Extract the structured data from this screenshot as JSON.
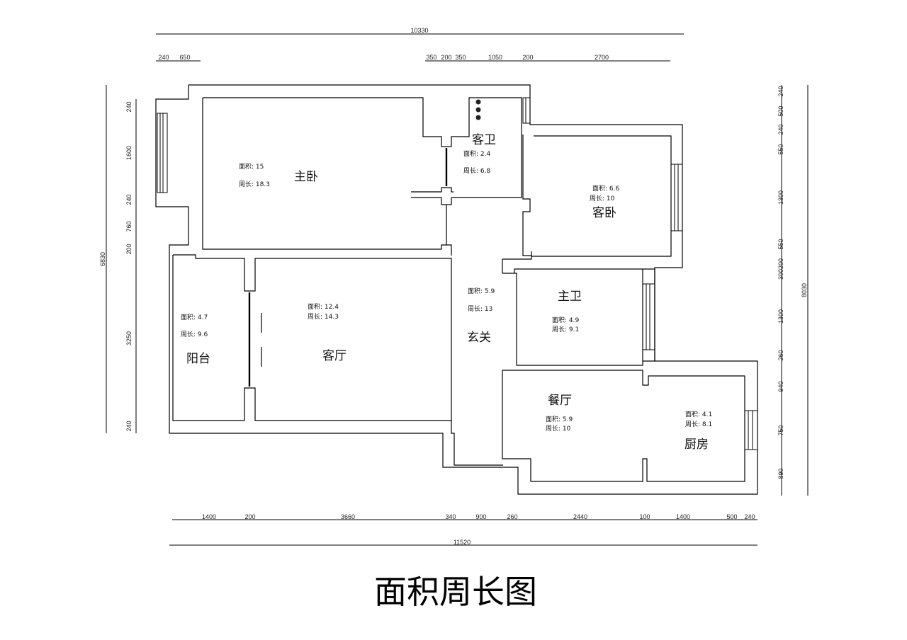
{
  "title": "面积周长图",
  "dimensions": {
    "top_total": "10330",
    "top_row": [
      "240",
      "650",
      "350",
      "200",
      "350",
      "1050",
      "200",
      "2700"
    ],
    "bottom_total": "11520",
    "bottom_row": [
      "1400",
      "200",
      "3660",
      "340",
      "900",
      "260",
      "2440",
      "100",
      "1400",
      "500",
      "240"
    ],
    "left_total": "6830",
    "left_row": [
      "240",
      "1600",
      "240",
      "760",
      "200",
      "3250",
      "240"
    ],
    "right_total": "8030",
    "right_row": [
      "240",
      "500",
      "240",
      "550",
      "1300",
      "550",
      "300200",
      "1300",
      "260",
      "940",
      "750",
      "890"
    ]
  },
  "rooms": [
    {
      "name": "主卧",
      "area": "面积: 15",
      "perimeter": "周长: 18.3"
    },
    {
      "name": "客卫",
      "area": "面积: 2.4",
      "perimeter": "周长: 6.8"
    },
    {
      "name": "客卧",
      "area": "面积: 6.6",
      "perimeter": "周长: 10"
    },
    {
      "name": "阳台",
      "area": "面积: 4.7",
      "perimeter": "周长: 9.6"
    },
    {
      "name": "客厅",
      "area": "面积: 12.4",
      "perimeter": "周长: 14.3"
    },
    {
      "name": "玄关",
      "area": "面积: 5.9",
      "perimeter": "周长: 13"
    },
    {
      "name": "主卫",
      "area": "面积: 4.9",
      "perimeter": "周长: 9.1"
    },
    {
      "name": "餐厅",
      "area": "面积: 5.9",
      "perimeter": "周长: 10"
    },
    {
      "name": "厨房",
      "area": "面积: 4.1",
      "perimeter": "周长: 8.1"
    }
  ]
}
